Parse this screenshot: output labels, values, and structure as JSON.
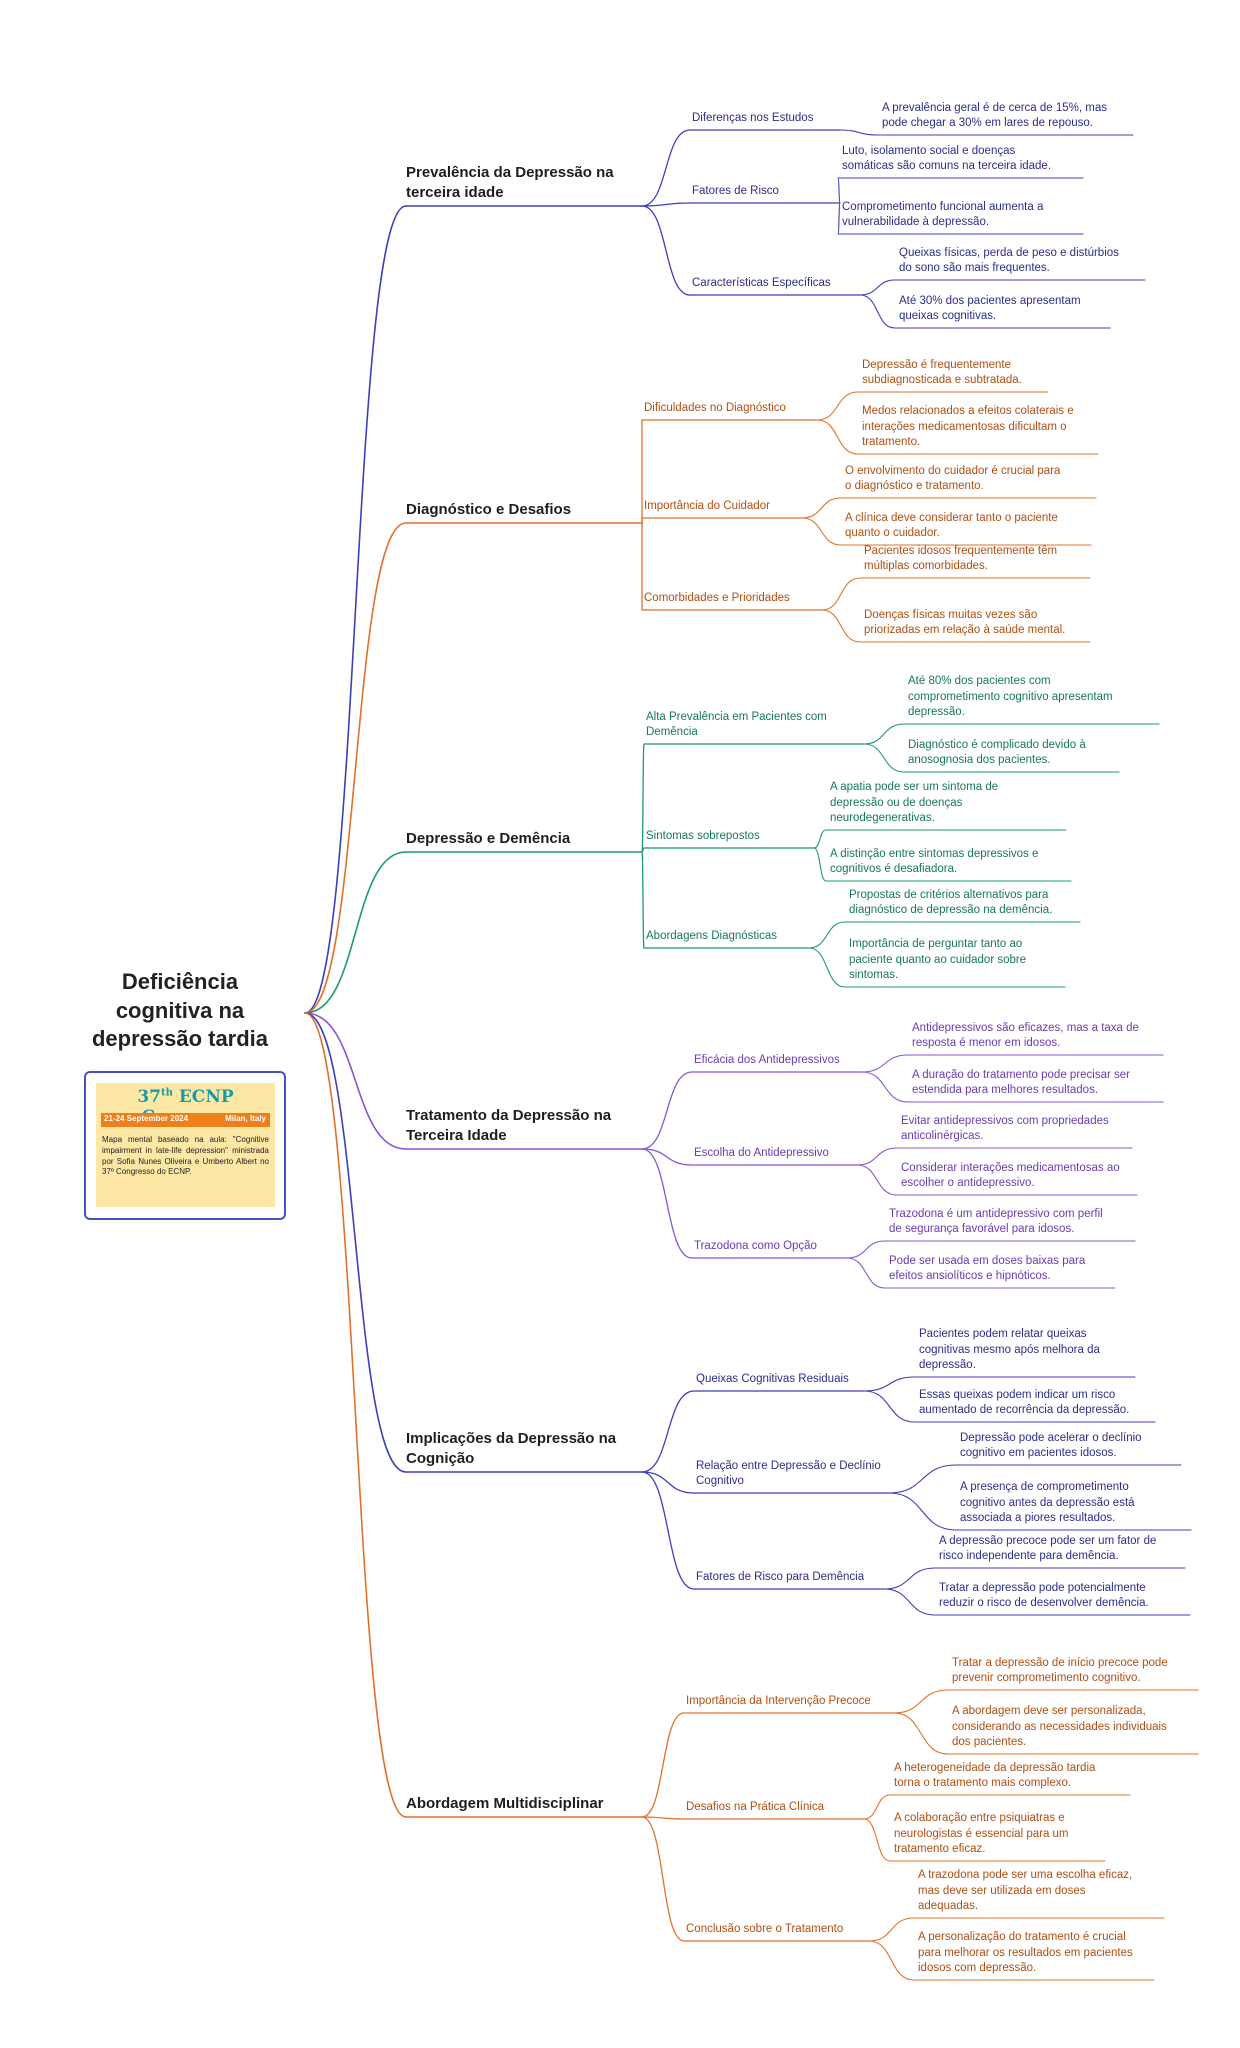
{
  "root": {
    "title_lines": [
      "Deficiência",
      "cognitiva na",
      "depressão tardia"
    ]
  },
  "logo": {
    "congress_prefix": "37",
    "congress_suffix": "th",
    "congress_name": "ECNP Congress",
    "dates": "21-24 September 2024",
    "city": "Milan, Italy",
    "note": "Mapa mental baseado na aula: \"Cognitive impairment in late-life depression\" ministrada por Sofia Nunes Oliveira e Umberto Albert no 37º Congresso do ECNP."
  },
  "colors": {
    "blue": "#3d3fb8",
    "orange": "#e2702b",
    "green": "#1f9a6b",
    "purple": "#8a55d0",
    "blue_text": "#2b2d8c",
    "orange_text": "#b24e10",
    "green_text": "#177a52",
    "purple_text": "#6b3ab5"
  },
  "branches": [
    {
      "label_lines": [
        "Prevalência da Depressão na",
        "terceira idade"
      ],
      "color": "blue",
      "subs": [
        {
          "label_lines": [
            "Diferenças nos Estudos"
          ],
          "leaves": [
            [
              "A prevalência geral é de cerca de 15%, mas",
              "pode chegar a 30% em lares de repouso."
            ]
          ]
        },
        {
          "label_lines": [
            "Fatores de Risco"
          ],
          "leaves": [
            [
              "Luto, isolamento social e doenças",
              "somáticas são comuns na terceira idade."
            ],
            [
              "Comprometimento funcional aumenta a",
              "vulnerabilidade à depressão."
            ]
          ]
        },
        {
          "label_lines": [
            "Características Específicas"
          ],
          "leaves": [
            [
              "Queixas físicas, perda de peso e distúrbios",
              "do sono são mais frequentes."
            ],
            [
              "Até 30% dos pacientes apresentam",
              "queixas cognitivas."
            ]
          ]
        }
      ]
    },
    {
      "label_lines": [
        "Diagnóstico e Desafios"
      ],
      "color": "orange",
      "subs": [
        {
          "label_lines": [
            "Dificuldades no Diagnóstico"
          ],
          "leaves": [
            [
              "Depressão é frequentemente",
              "subdiagnosticada e subtratada."
            ],
            [
              "Medos relacionados a efeitos colaterais e",
              "interações medicamentosas dificultam o",
              "tratamento."
            ]
          ]
        },
        {
          "label_lines": [
            "Importância do Cuidador"
          ],
          "leaves": [
            [
              "O envolvimento do cuidador é crucial para",
              "o diagnóstico e tratamento."
            ],
            [
              "A clínica deve considerar tanto o paciente",
              "quanto o cuidador."
            ]
          ]
        },
        {
          "label_lines": [
            "Comorbidades e Prioridades"
          ],
          "leaves": [
            [
              "Pacientes idosos frequentemente têm",
              "múltiplas comorbidades."
            ],
            [
              "Doenças físicas muitas vezes são",
              "priorizadas em relação à saúde mental."
            ]
          ]
        }
      ]
    },
    {
      "label_lines": [
        "Depressão e Demência"
      ],
      "color": "green",
      "subs": [
        {
          "label_lines": [
            "Alta Prevalência em Pacientes com",
            "Demência"
          ],
          "leaves": [
            [
              "Até 80% dos pacientes com",
              "comprometimento cognitivo apresentam",
              "depressão."
            ],
            [
              "Diagnóstico é complicado devido à",
              "anosognosia dos pacientes."
            ]
          ]
        },
        {
          "label_lines": [
            "Sintomas sobrepostos"
          ],
          "leaves": [
            [
              "A apatia pode ser um sintoma de",
              "depressão ou de doenças",
              "neurodegenerativas."
            ],
            [
              "A distinção entre sintomas depressivos e",
              "cognitivos é desafiadora."
            ]
          ]
        },
        {
          "label_lines": [
            "Abordagens Diagnósticas"
          ],
          "leaves": [
            [
              "Propostas de critérios alternativos para",
              "diagnóstico de depressão na demência."
            ],
            [
              "Importância de perguntar tanto ao",
              "paciente quanto ao cuidador sobre",
              "sintomas."
            ]
          ]
        }
      ]
    },
    {
      "label_lines": [
        "Tratamento da Depressão na",
        "Terceira Idade"
      ],
      "color": "purple",
      "subs": [
        {
          "label_lines": [
            "Eficácia dos Antidepressivos"
          ],
          "leaves": [
            [
              "Antidepressivos são eficazes, mas a taxa de",
              "resposta é menor em idosos."
            ],
            [
              "A duração do tratamento pode precisar ser",
              "estendida para melhores resultados."
            ]
          ]
        },
        {
          "label_lines": [
            "Escolha do Antidepressivo"
          ],
          "leaves": [
            [
              "Evitar antidepressivos com propriedades",
              "anticolinérgicas."
            ],
            [
              "Considerar interações medicamentosas ao",
              "escolher o antidepressivo."
            ]
          ]
        },
        {
          "label_lines": [
            "Trazodona como Opção"
          ],
          "leaves": [
            [
              "Trazodona é um antidepressivo com perfil",
              "de segurança favorável para idosos."
            ],
            [
              "Pode ser usada em doses baixas para",
              "efeitos ansiolíticos e hipnóticos."
            ]
          ]
        }
      ]
    },
    {
      "label_lines": [
        "Implicações da Depressão na",
        "Cognição"
      ],
      "color": "blue",
      "subs": [
        {
          "label_lines": [
            "Queixas Cognitivas Residuais"
          ],
          "leaves": [
            [
              "Pacientes podem relatar queixas",
              "cognitivas mesmo após melhora da",
              "depressão."
            ],
            [
              "Essas queixas podem indicar um risco",
              "aumentado de recorrência da depressão."
            ]
          ]
        },
        {
          "label_lines": [
            "Relação entre Depressão e Declínio",
            "Cognitivo"
          ],
          "leaves": [
            [
              "Depressão pode acelerar o declínio",
              "cognitivo em pacientes idosos."
            ],
            [
              "A presença de comprometimento",
              "cognitivo antes da depressão está",
              "associada a piores resultados."
            ]
          ]
        },
        {
          "label_lines": [
            "Fatores de Risco para Demência"
          ],
          "leaves": [
            [
              "A depressão precoce pode ser um fator de",
              "risco independente para demência."
            ],
            [
              "Tratar a depressão pode potencialmente",
              "reduzir o risco de desenvolver demência."
            ]
          ]
        }
      ]
    },
    {
      "label_lines": [
        "Abordagem Multidisciplinar"
      ],
      "color": "orange",
      "subs": [
        {
          "label_lines": [
            "Importância da Intervenção Precoce"
          ],
          "leaves": [
            [
              "Tratar a depressão de início precoce pode",
              "prevenir comprometimento cognitivo."
            ],
            [
              "A abordagem deve ser personalizada,",
              "considerando as necessidades individuais",
              "dos pacientes."
            ]
          ]
        },
        {
          "label_lines": [
            "Desafios na Prática Clínica"
          ],
          "leaves": [
            [
              "A heterogeneidade da depressão tardia",
              "torna o tratamento mais complexo."
            ],
            [
              "A colaboração entre psiquiatras e",
              "neurologistas é essencial para um",
              "tratamento eficaz."
            ]
          ]
        },
        {
          "label_lines": [
            "Conclusão sobre o Tratamento"
          ],
          "leaves": [
            [
              "A trazodona pode ser uma escolha eficaz,",
              "mas deve ser utilizada em doses",
              "adequadas."
            ],
            [
              "A personalização do tratamento é crucial",
              "para melhorar os resultados em pacientes",
              "idosos com depressão."
            ]
          ]
        }
      ]
    }
  ]
}
